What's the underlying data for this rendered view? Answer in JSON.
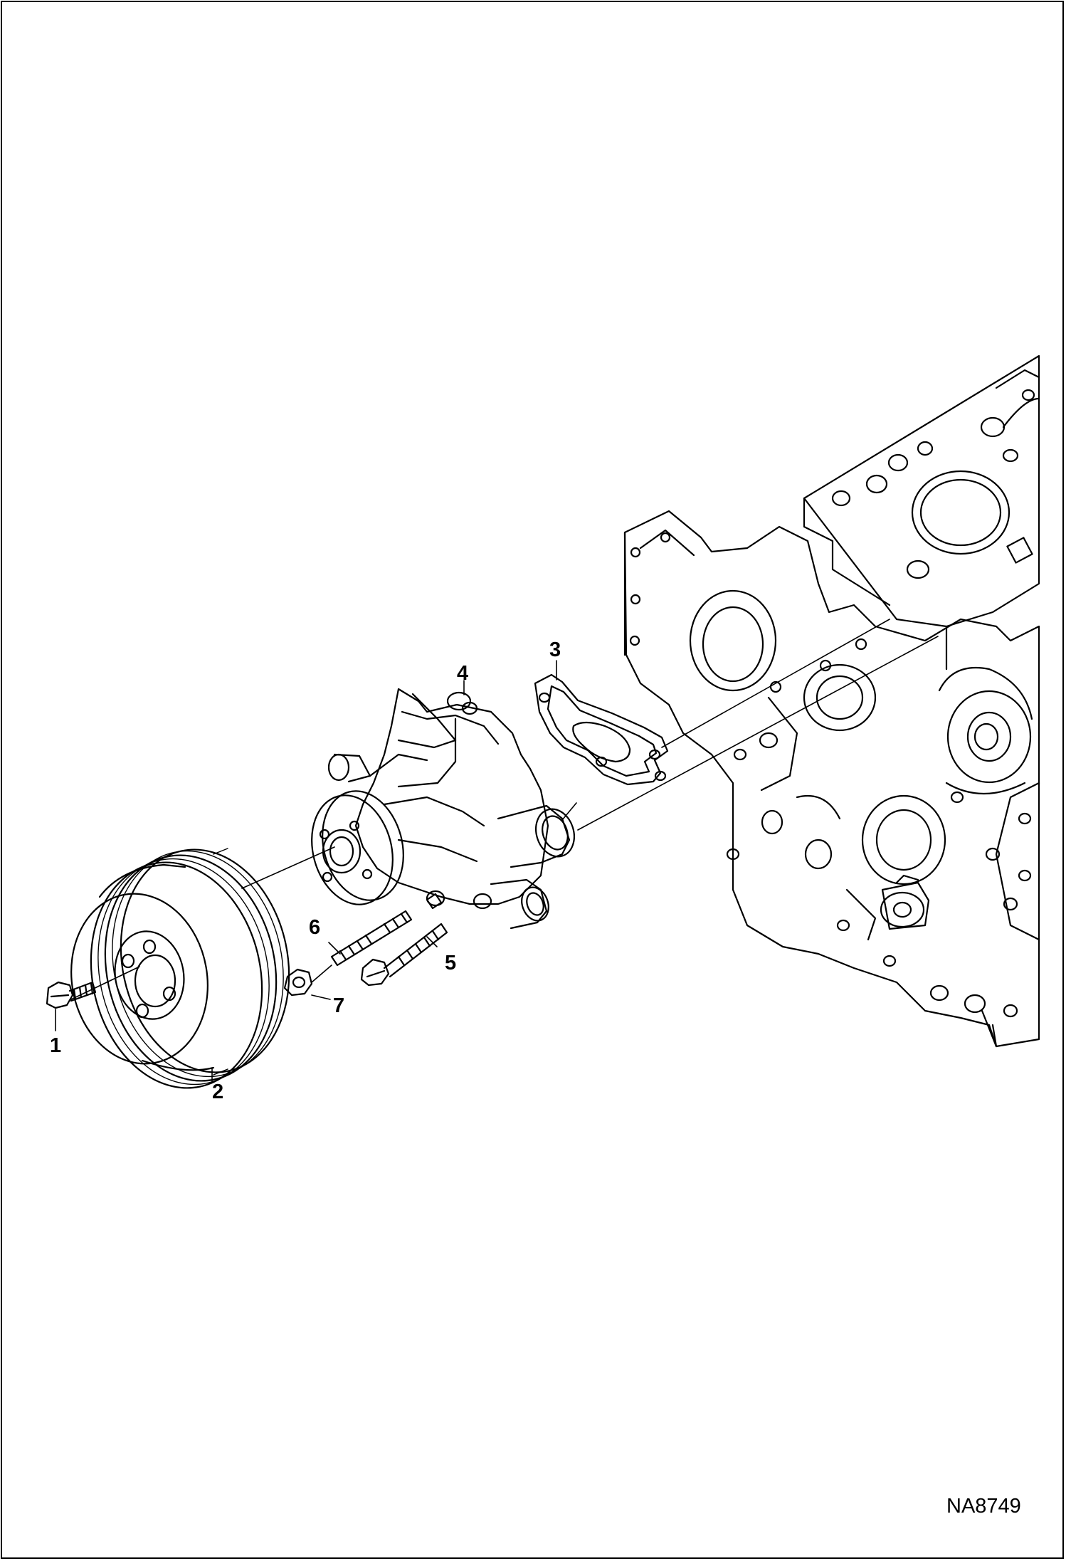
{
  "drawing": {
    "drawing_number": "NA8749",
    "callouts": [
      {
        "id": "c1",
        "label": "1"
      },
      {
        "id": "c2",
        "label": "2"
      },
      {
        "id": "c3",
        "label": "3"
      },
      {
        "id": "c4",
        "label": "4"
      },
      {
        "id": "c5",
        "label": "5"
      },
      {
        "id": "c6",
        "label": "6"
      },
      {
        "id": "c7",
        "label": "7"
      }
    ]
  }
}
